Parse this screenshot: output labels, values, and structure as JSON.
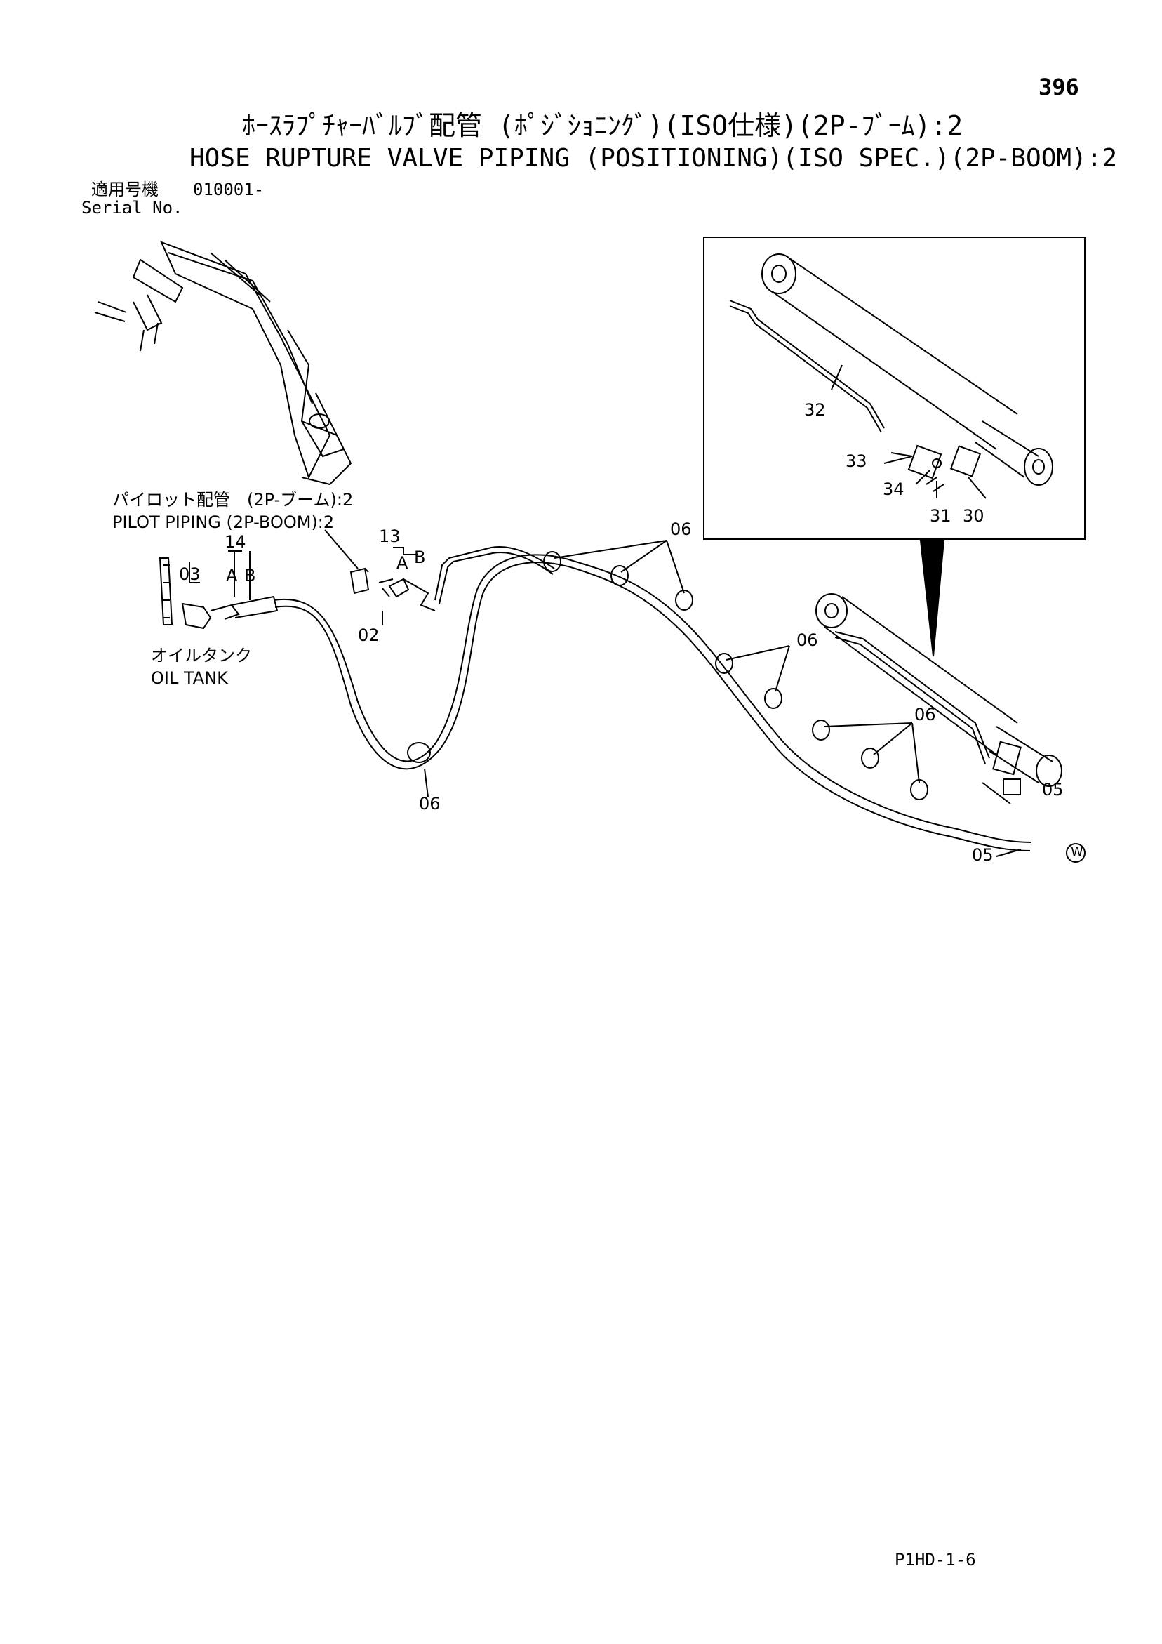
{
  "header": {
    "page_number": "396",
    "title_jp": "ﾎｰｽﾗﾌﾟﾁｬｰﾊﾞﾙﾌﾞ配管 (ﾎﾟｼﾞｼｮﾆﾝｸﾞ)(ISO仕様)(2P-ﾌﾞｰﾑ):2",
    "title_en": "HOSE RUPTURE VALVE PIPING (POSITIONING)(ISO SPEC.)(2P-BOOM):2",
    "serial_label_jp": "適用号機",
    "serial_value": "010001-",
    "serial_label_en": "Serial No."
  },
  "labels": {
    "pilot_jp": "パイロット配管　(2P-ブーム):2",
    "pilot_en": "PILOT PIPING (2P-BOOM):2",
    "oil_tank_jp": "オイルタンク",
    "oil_tank_en": "OIL TANK"
  },
  "callouts": {
    "p02": "02",
    "p03": "03",
    "p05a": "05",
    "p05b": "05",
    "p06a": "06",
    "p06b": "06",
    "p06c": "06",
    "p06d": "06",
    "p13": "13",
    "p14": "14",
    "p30": "30",
    "p31": "31",
    "p32": "32",
    "p33": "33",
    "p34": "34",
    "a1": "A",
    "b1": "B",
    "a2": "A",
    "b2": "B",
    "w": "W"
  },
  "footer": {
    "code": "P1HD-1-6"
  }
}
